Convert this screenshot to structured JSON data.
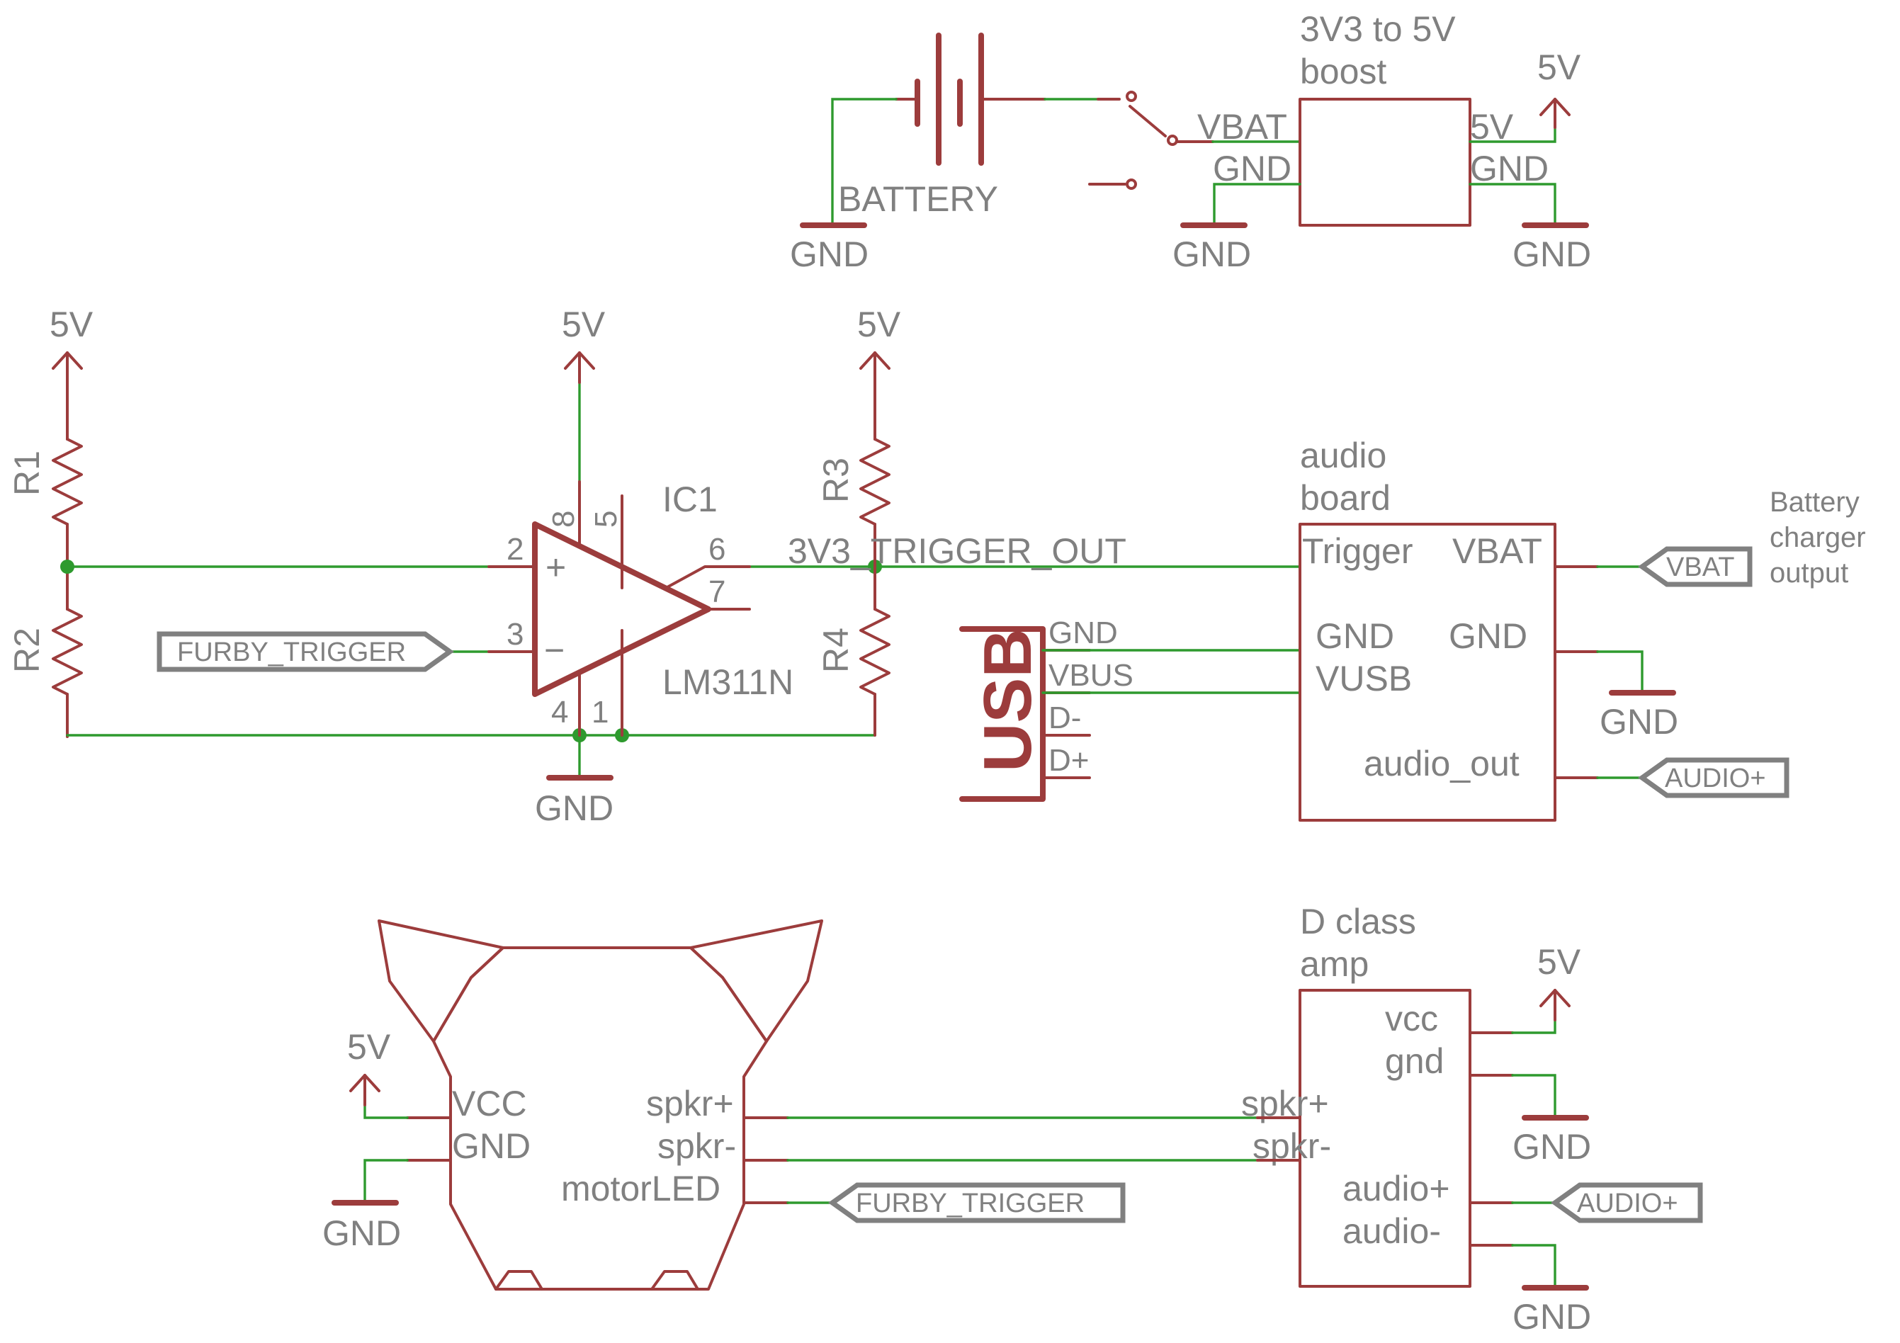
{
  "supply": {
    "five_v": "5V",
    "gnd": "GND"
  },
  "battery": {
    "label": "BATTERY"
  },
  "boost": {
    "title_line1": "3V3 to 5V",
    "title_line2": "boost",
    "pin_vbat": "VBAT",
    "pin_gnd_in": "GND",
    "pin_5v": "5V",
    "pin_gnd_out": "GND"
  },
  "comparator": {
    "ref": "IC1",
    "part": "LM311N",
    "pin_2": "2",
    "pin_3": "3",
    "pin_4": "4",
    "pin_1": "1",
    "pin_5": "5",
    "pin_6": "6",
    "pin_7": "7",
    "pin_8": "8",
    "plus": "+",
    "minus": "−"
  },
  "resistors": {
    "r1": "R1",
    "r2": "R2",
    "r3": "R3",
    "r4": "R4"
  },
  "nets": {
    "trigger_net": "3V3_TRIGGER_OUT",
    "furby_trigger": "FURBY_TRIGGER",
    "vbat": "VBAT",
    "audio_plus": "AUDIO+"
  },
  "usb": {
    "label": "USB",
    "pin_gnd": "GND",
    "pin_vbus": "VBUS",
    "pin_dminus": "D-",
    "pin_dplus": "D+"
  },
  "audio_board": {
    "title_line1": "audio",
    "title_line2": "board",
    "pin_trigger": "Trigger",
    "pin_vbat": "VBAT",
    "pin_gnd_left": "GND",
    "pin_gnd_right": "GND",
    "pin_vusb": "VUSB",
    "pin_audio_out": "audio_out"
  },
  "battery_note": {
    "line1": "Battery",
    "line2": "charger",
    "line3": "output"
  },
  "furby": {
    "pin_vcc": "VCC",
    "pin_gnd": "GND",
    "pin_spkr_plus": "spkr+",
    "pin_spkr_minus": "spkr-",
    "pin_motorled": "motorLED"
  },
  "amp": {
    "title_line1": "D class",
    "title_line2": "amp",
    "pin_vcc": "vcc",
    "pin_gnd": "gnd",
    "pin_spkr_plus": "spkr+",
    "pin_spkr_minus": "spkr-",
    "pin_audio_plus": "audio+",
    "pin_audio_minus": "audio-"
  },
  "colors": {
    "symbol": "#9c3c3c",
    "wire": "#2e9a2e",
    "text": "#808080",
    "background": "#ffffff"
  }
}
